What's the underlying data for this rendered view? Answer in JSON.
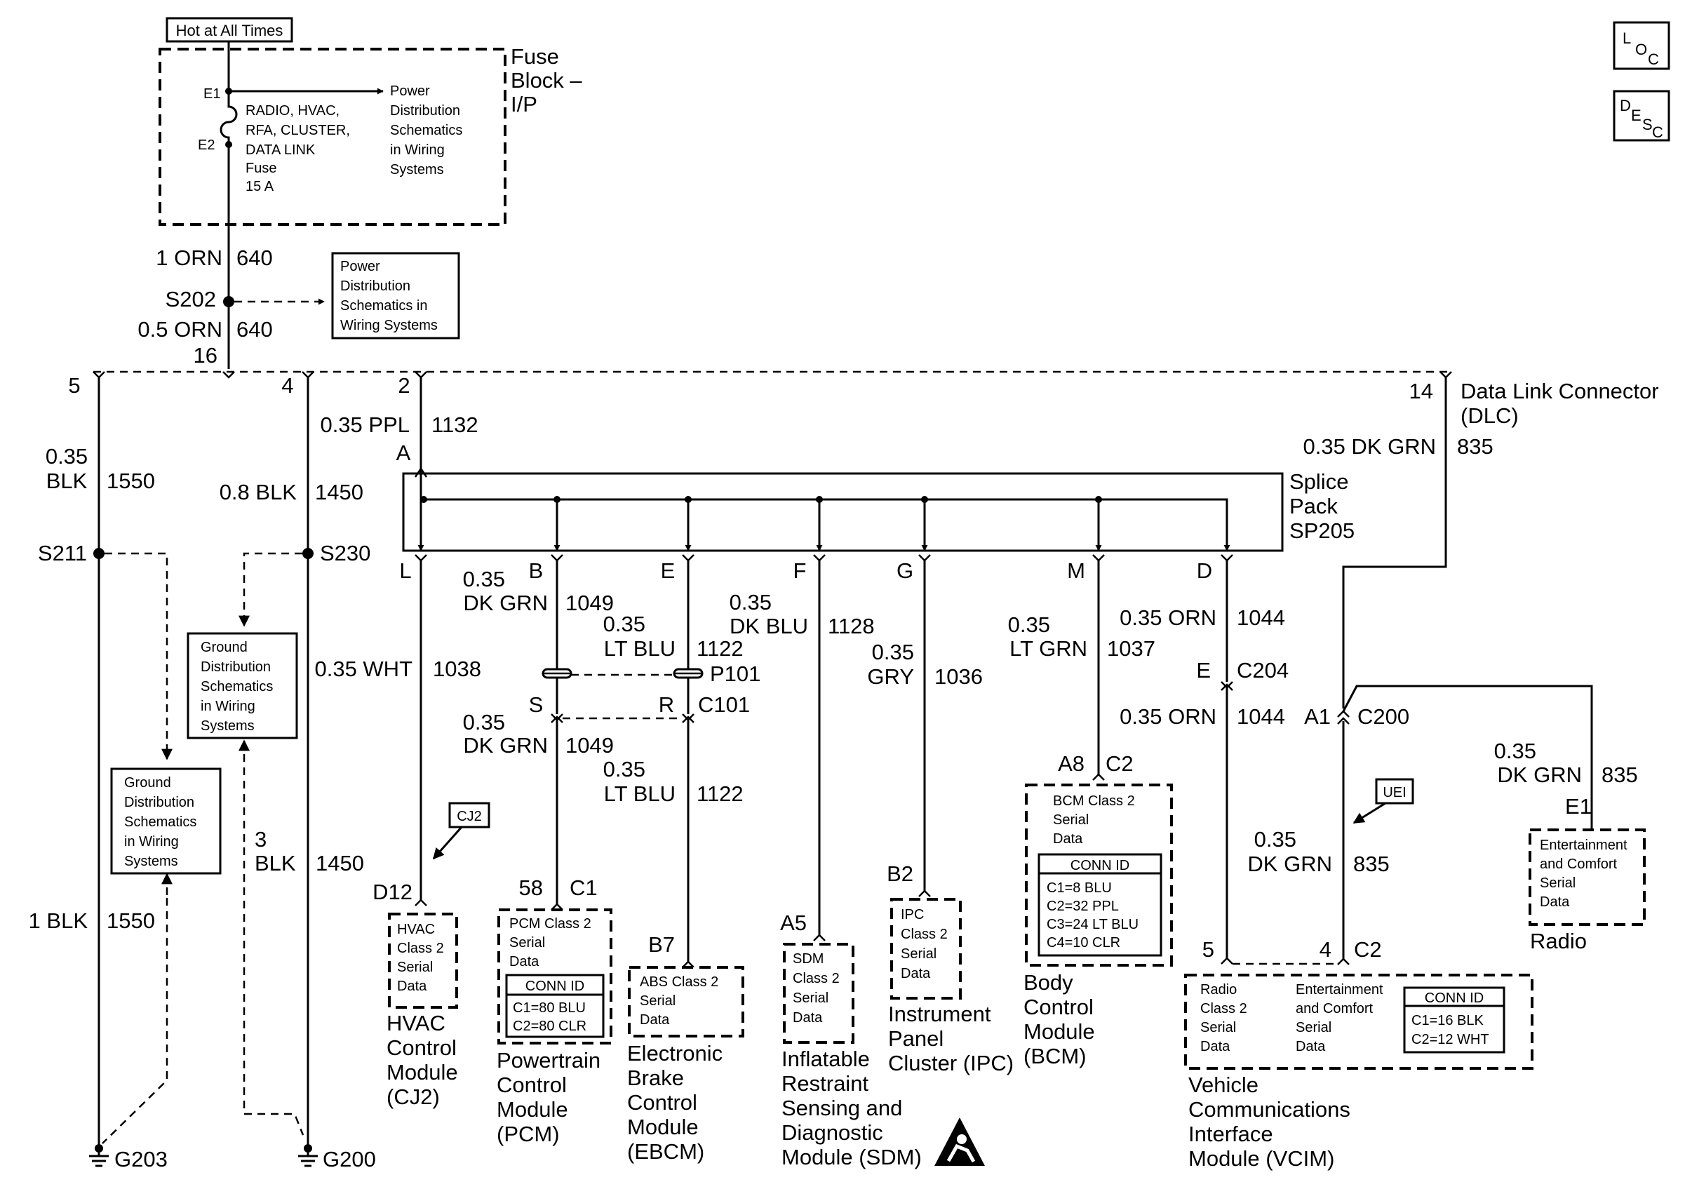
{
  "header": {
    "hot_label": "Hot at All Times",
    "loc_icon": {
      "l": "L",
      "o": "O",
      "c": "C"
    },
    "desc_icon": {
      "d": "D",
      "e": "E",
      "s": "S",
      "c": "C"
    }
  },
  "fuse_block": {
    "title": [
      "Fuse",
      "Block –",
      "I/P"
    ],
    "e1": "E1",
    "e2": "E2",
    "fuse_lines": [
      "RADIO, HVAC,",
      "RFA, CLUSTER,",
      "DATA LINK",
      "Fuse",
      "15 A"
    ],
    "pd_ref": [
      "Power",
      "Distribution",
      "Schematics",
      "in Wiring",
      "Systems"
    ]
  },
  "power": {
    "wire1_gauge": "1 ORN",
    "wire1_circuit": "640",
    "splice": "S202",
    "wire2_gauge": "0.5 ORN",
    "wire2_circuit": "640",
    "dlc_pin": "16",
    "pd_box": [
      "Power",
      "Distribution",
      "Schematics in",
      "Wiring Systems"
    ]
  },
  "dlc": {
    "title": [
      "Data Link Connector",
      "(DLC)"
    ],
    "pins": {
      "p5": "5",
      "p4": "4",
      "p2": "2",
      "p14": "14"
    }
  },
  "ground_left": {
    "wire_gauge": [
      "0.35",
      "BLK"
    ],
    "wire_circuit": "1550",
    "splice": "S211",
    "box": [
      "Ground",
      "Distribution",
      "Schematics",
      "in Wiring",
      "Systems"
    ],
    "wire2_gauge": "1 BLK",
    "wire2_circuit": "1550",
    "ground": "G203"
  },
  "ground_right": {
    "wire_gauge": "0.8 BLK",
    "wire_circuit": "1450",
    "splice": "S230",
    "box": [
      "Ground",
      "Distribution",
      "Schematics",
      "in Wiring",
      "Systems"
    ],
    "wire2_gauge": [
      "3",
      "BLK"
    ],
    "wire2_circuit": "1450",
    "ground": "G200"
  },
  "splice_pack": {
    "title": [
      "Splice",
      "Pack",
      "SP205"
    ],
    "input_gauge": "0.35 PPL",
    "input_circuit": "1132",
    "input_pin": "A",
    "pins": [
      "L",
      "B",
      "E",
      "F",
      "G",
      "M",
      "D"
    ]
  },
  "hvac": {
    "wire_gauge": "0.35 WHT",
    "wire_circuit": "1038",
    "ref_tag": "CJ2",
    "pin": "D12",
    "box": [
      "HVAC",
      "Class 2",
      "Serial",
      "Data"
    ],
    "name": [
      "HVAC",
      "Control",
      "Module",
      "(CJ2)"
    ]
  },
  "pcm": {
    "wire1_gauge": [
      "0.35",
      "DK GRN"
    ],
    "wire1_circuit": "1049",
    "conn_s": "S",
    "wire2_gauge": [
      "0.35",
      "DK GRN"
    ],
    "wire2_circuit": "1049",
    "pin": "58",
    "connector": "C1",
    "box": [
      "PCM Class 2",
      "Serial",
      "Data"
    ],
    "conn_id_title": "CONN ID",
    "conn_ids": [
      "C1=80 BLU",
      "C2=80 CLR"
    ],
    "name": [
      "Powertrain",
      "Control",
      "Module",
      "(PCM)"
    ]
  },
  "ebcm": {
    "wire1_gauge": [
      "0.35",
      "LT BLU"
    ],
    "wire1_circuit": "1122",
    "p101": "P101",
    "conn_r": "R",
    "c101": "C101",
    "wire2_gauge": [
      "0.35",
      "LT BLU"
    ],
    "wire2_circuit": "1122",
    "pin": "B7",
    "box": [
      "ABS Class 2",
      "Serial",
      "Data"
    ],
    "name": [
      "Electronic",
      "Brake",
      "Control",
      "Module",
      "(EBCM)"
    ]
  },
  "sdm": {
    "wire_gauge": [
      "0.35",
      "DK BLU"
    ],
    "wire_circuit": "1128",
    "pin": "A5",
    "box": [
      "SDM",
      "Class 2",
      "Serial",
      "Data"
    ],
    "name": [
      "Inflatable",
      "Restraint",
      "Sensing and",
      "Diagnostic",
      "Module (SDM)"
    ]
  },
  "ipc": {
    "wire_gauge": [
      "0.35",
      "GRY"
    ],
    "wire_circuit": "1036",
    "pin": "B2",
    "box": [
      "IPC",
      "Class 2",
      "Serial",
      "Data"
    ],
    "name": [
      "Instrument",
      "Panel",
      "Cluster (IPC)"
    ]
  },
  "bcm": {
    "wire_gauge": [
      "0.35",
      "LT GRN"
    ],
    "wire_circuit": "1037",
    "pin": "A8",
    "connector": "C2",
    "box": [
      "BCM Class 2",
      "Serial",
      "Data"
    ],
    "conn_id_title": "CONN ID",
    "conn_ids": [
      "C1=8 BLU",
      "C2=32 PPL",
      "C3=24 LT BLU",
      "C4=10 CLR"
    ],
    "name": [
      "Body",
      "Control",
      "Module",
      "(BCM)"
    ]
  },
  "vcim": {
    "wire1_gauge": "0.35 ORN",
    "wire1_circuit": "1044",
    "conn_e": "E",
    "c204": "C204",
    "wire2_gauge": "0.35 ORN",
    "wire2_circuit": "1044",
    "dlc_wire_gauge": "0.35 DK GRN",
    "dlc_wire_circuit": "835",
    "a1": "A1",
    "c200": "C200",
    "uei_tag": "UEI",
    "wire3_gauge": [
      "0.35",
      "DK GRN"
    ],
    "wire3_circuit": "835",
    "pin5": "5",
    "pin4": "4",
    "connector": "C2",
    "radio_box": [
      "Radio",
      "Class 2",
      "Serial",
      "Data"
    ],
    "ent_box": [
      "Entertainment",
      "and Comfort",
      "Serial",
      "Data"
    ],
    "conn_id_title": "CONN ID",
    "conn_ids": [
      "C1=16 BLK",
      "C2=12 WHT"
    ],
    "name": [
      "Vehicle",
      "Communications",
      "Interface",
      "Module (VCIM)"
    ]
  },
  "radio": {
    "wire_gauge": [
      "0.35",
      "DK GRN"
    ],
    "wire_circuit": "835",
    "pin": "E1",
    "box": [
      "Entertainment",
      "and Comfort",
      "Serial",
      "Data"
    ],
    "name": "Radio"
  }
}
